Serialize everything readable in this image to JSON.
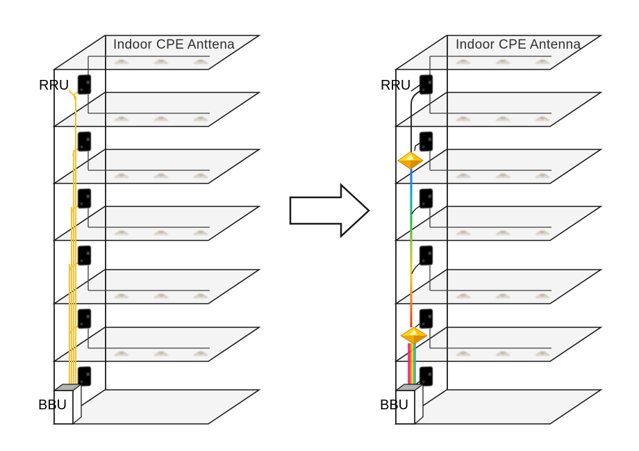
{
  "diagram": {
    "left": {
      "title": "Indoor CPE Anttena",
      "rru": "RRU",
      "bbu": "BBU"
    },
    "right": {
      "title": "Indoor CPE Antenna",
      "rru": "RRU",
      "bbu": "BBU"
    },
    "structure": {
      "floors_per_building": 7,
      "antenna_rows_per_building": 6,
      "antennas_per_row": 3,
      "rru_devices_per_building": 6,
      "splitters_right_building": 2
    },
    "colors": {
      "slab_fill": "#f4f4f4",
      "outline": "#1a1a1a",
      "feeder": "#3c3c3c",
      "antenna_icon": "#c2b3a2",
      "yellow_fiber": "#F2C238",
      "rainbow_stops": [
        "#2F6BD8",
        "#00AEC8",
        "#2FB847",
        "#9CCB2E",
        "#F0C81E",
        "#F07D1E",
        "#E3321E"
      ],
      "ribbon_strands": [
        "#E8259B",
        "#E33A25",
        "#F5921E",
        "#EFD11F",
        "#47B349",
        "#2FAFD0"
      ],
      "splitter_top_left": "#FFD61E",
      "splitter_top_right": "#FFC400",
      "splitter_bottom_left": "#F0A800",
      "splitter_bottom_right": "#D88F00",
      "splitter_highlight": "#FFF6C0",
      "splitter_outline": "#C8860A",
      "bbu_top": "#b3b3b3",
      "arrow_fill": "#ffffff"
    },
    "icons": {
      "device": "rru-device-icon",
      "antenna": "ceiling-antenna-icon",
      "splitter": "wdm-splitter-icon",
      "arrow": "right-block-arrow"
    }
  }
}
